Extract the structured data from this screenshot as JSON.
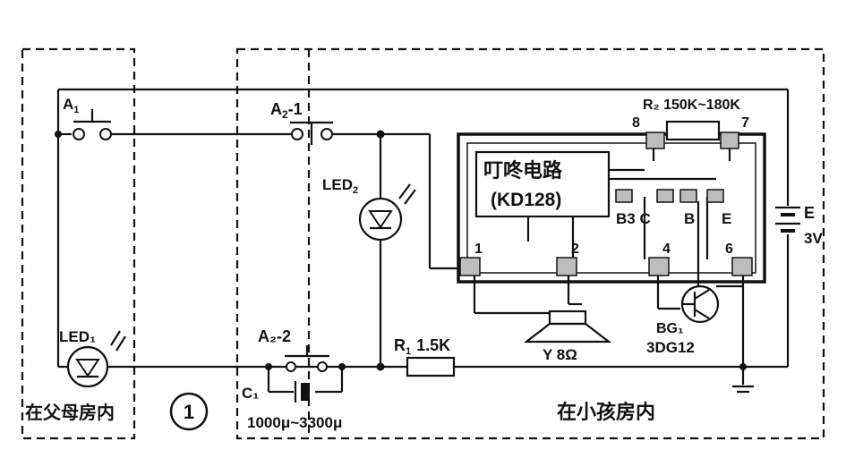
{
  "labels": {
    "a1": "A",
    "a1_sub": "1",
    "a2_1": "A",
    "a2_1_sub": "2",
    "a2_1_suffix": "-1",
    "a2_2": "A₂-2",
    "r2": "R₂ 150K~180K",
    "pin8": "8",
    "pin7": "7",
    "pin1": "1",
    "pin2": "2",
    "pin4": "4",
    "pin6": "6",
    "chip_title": "叮咚电路",
    "chip_model": "(KD128)",
    "pins_b3c": "B3 C",
    "pin_b": "B",
    "pin_e": "E",
    "led2": "LED",
    "led2_sub": "2",
    "led1": "LED₁",
    "r1": "R",
    "r1_sub": "1",
    "r1_value": "1.5K",
    "c1": "C₁",
    "c1_value": "1000μ~3300μ",
    "speaker": "Y 8Ω",
    "transistor_ref": "BG₁",
    "transistor_model": "3DG12",
    "battery_ref": "E",
    "battery_voltage": "3V",
    "parents_room": "在父母房内",
    "child_room": "在小孩房内",
    "figure_number": "1"
  }
}
